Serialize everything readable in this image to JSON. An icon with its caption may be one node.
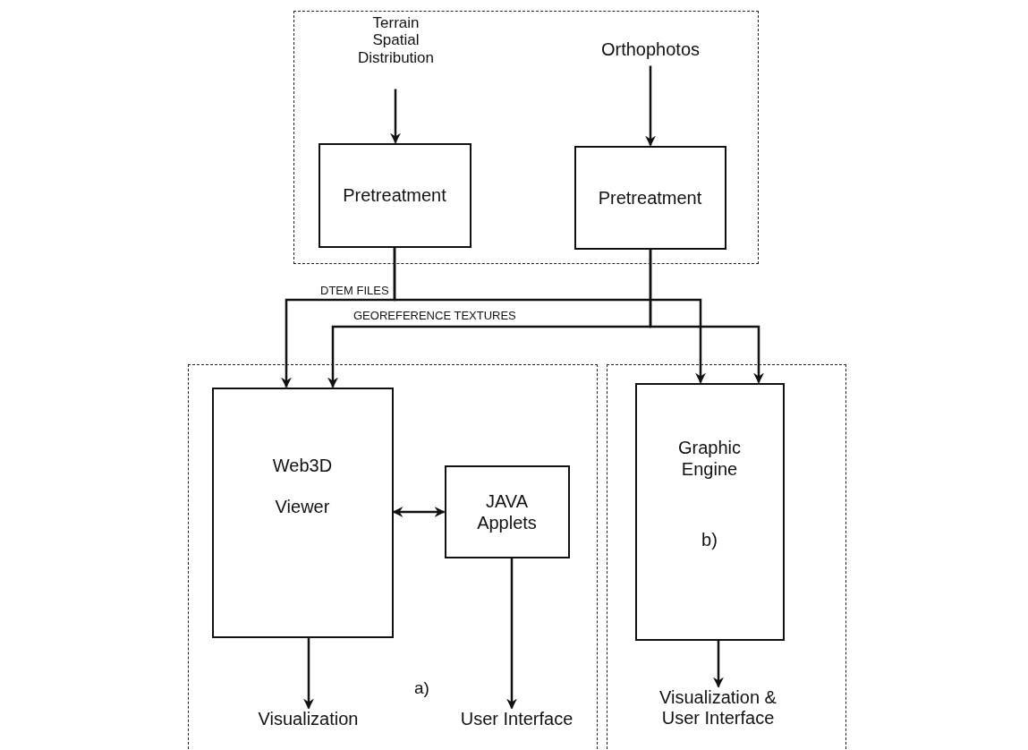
{
  "diagram": {
    "nodes": [
      {
        "text": [],
        "shape": "box"
      },
      {
        "text": [
          "Terrain Spatial Distribution"
        ],
        "in": 0
      },
      {
        "text": [
          "Orthophotos"
        ],
        "in": 0
      },
      {
        "text": [
          "Pretreatment"
        ],
        "in": 0
      },
      {
        "text": [
          "Pretreatment"
        ],
        "in": 0
      },
      {
        "text": [
          "a)"
        ]
      },
      {
        "text": [
          "Web3D Viewer"
        ],
        "in": 5
      },
      {
        "text": [
          "JAVA Applets"
        ],
        "in": 5
      },
      {
        "text": [
          "Visualization"
        ],
        "in": 5
      },
      {
        "text": [
          "User Interface"
        ],
        "in": 5
      },
      {
        "text": [],
        "shape": "box"
      },
      {
        "text": [
          "Graphic Engine",
          "b)"
        ],
        "in": 10
      },
      {
        "text": [
          "Visualization & User Interface"
        ],
        "in": 10
      }
    ],
    "edges": [
      {
        "from": 1,
        "to": 3,
        "arrow": "to"
      },
      {
        "from": 2,
        "to": 4,
        "arrow": "to"
      },
      {
        "from": 3,
        "to": 6,
        "arrow": "to",
        "label": "DTEM FILES"
      },
      {
        "from": 3,
        "to": 11,
        "arrow": "to"
      },
      {
        "from": 4,
        "to": 6,
        "arrow": "to",
        "label": "GEOREFERENCE TEXTURES"
      },
      {
        "from": 4,
        "to": 11,
        "arrow": "to"
      },
      {
        "from": 6,
        "to": 7,
        "arrow": "both"
      },
      {
        "from": 6,
        "to": 8,
        "arrow": "to"
      },
      {
        "from": 7,
        "to": 9,
        "arrow": "to"
      },
      {
        "from": 11,
        "to": 12,
        "arrow": "to"
      }
    ]
  }
}
